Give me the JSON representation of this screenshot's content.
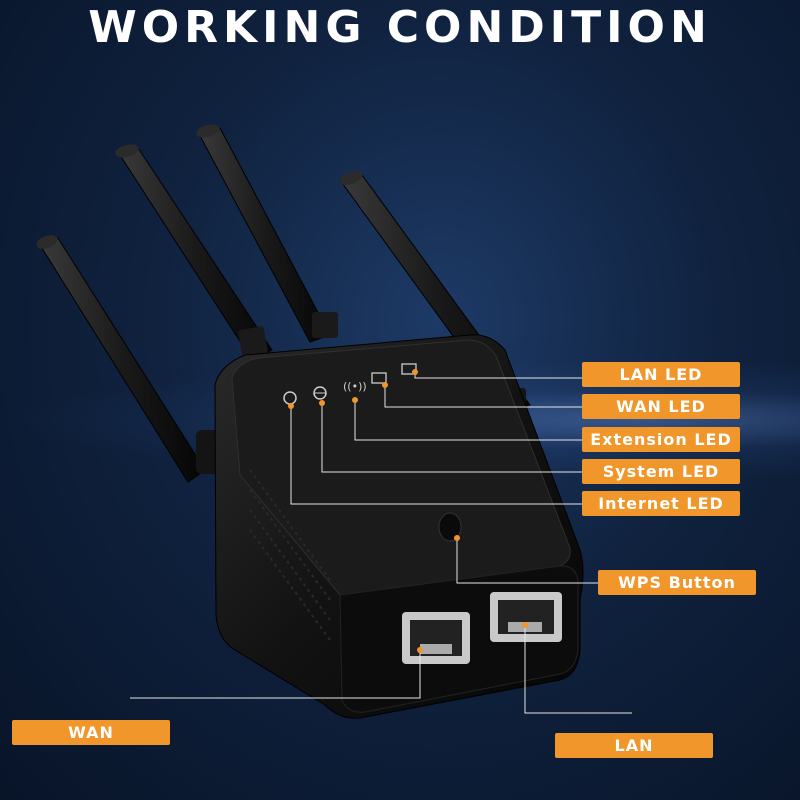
{
  "title": "WORKING CONDITION",
  "labels": {
    "lan_led": "LAN LED",
    "wan_led": "WAN LED",
    "extension_led": "Extension LED",
    "system_led": "System LED",
    "internet_led": "Internet LED",
    "wps_button": "WPS Button",
    "wan": "WAN",
    "lan": "LAN"
  },
  "colors": {
    "accent": "#f0962a",
    "background": "#10223f",
    "device": "#111111"
  }
}
